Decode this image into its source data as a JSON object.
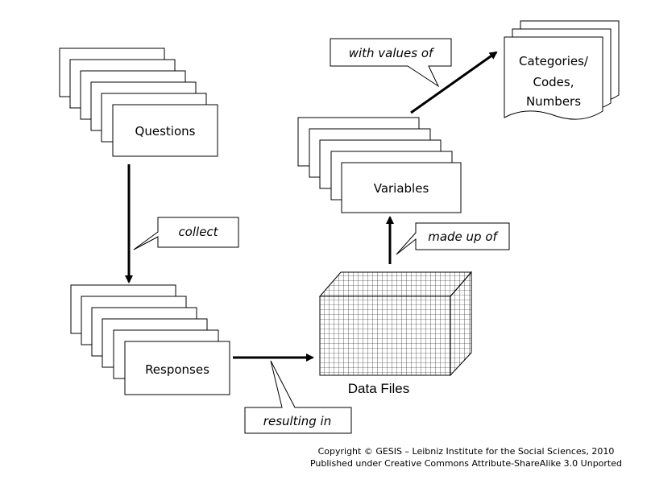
{
  "nodes": {
    "questions": "Questions",
    "responses": "Responses",
    "variables": "Variables",
    "categories": [
      "Categories/",
      "Codes,",
      "Numbers"
    ],
    "data_files": "Data Files"
  },
  "edges": {
    "collect": "collect",
    "resulting_in": "resulting in",
    "made_up_of": "made up of",
    "with_values_of": "with values of"
  },
  "footer": {
    "copyright": "Copyright © GESIS – Leibniz Institute for the Social Sciences, 2010",
    "license": "Published under Creative Commons Attribute-ShareAlike 3.0 Unported"
  }
}
